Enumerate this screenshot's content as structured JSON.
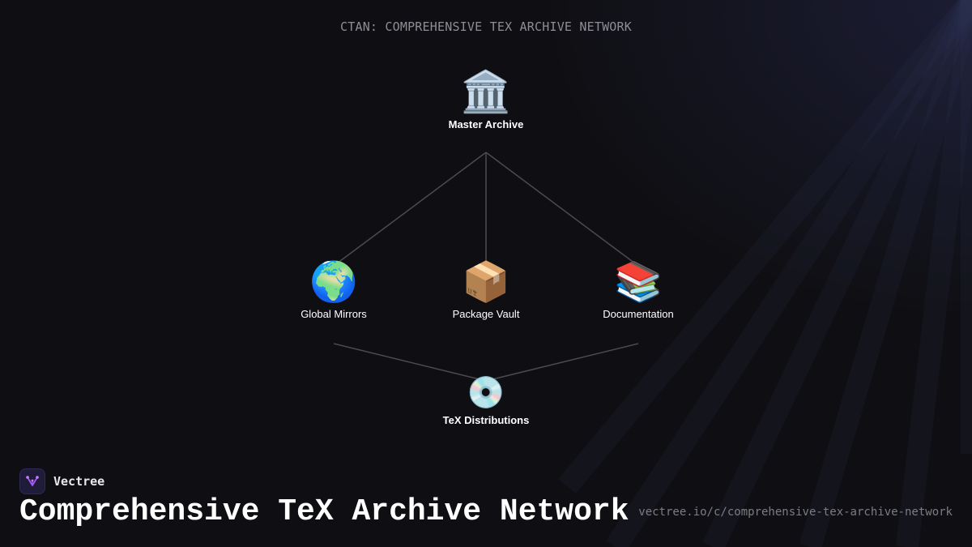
{
  "header": {
    "title": "CTAN: COMPREHENSIVE TEX ARCHIVE NETWORK"
  },
  "diagram": {
    "nodes": [
      {
        "id": "master",
        "label": "Master Archive",
        "icon": "🏛️",
        "icon_name": "classical-building-icon"
      },
      {
        "id": "mirrors",
        "label": "Global Mirrors",
        "icon": "🌍",
        "icon_name": "globe-icon"
      },
      {
        "id": "vault",
        "label": "Package Vault",
        "icon": "📦",
        "icon_name": "package-icon"
      },
      {
        "id": "docs",
        "label": "Documentation",
        "icon": "📚",
        "icon_name": "books-icon"
      },
      {
        "id": "dist",
        "label": "TeX Distributions",
        "icon": "💿",
        "icon_name": "disc-icon"
      }
    ],
    "edges": [
      {
        "from": "master",
        "to": "mirrors"
      },
      {
        "from": "master",
        "to": "vault"
      },
      {
        "from": "master",
        "to": "docs"
      },
      {
        "from": "mirrors",
        "to": "dist"
      },
      {
        "from": "docs",
        "to": "dist"
      }
    ],
    "edge_color": "#4a4a50"
  },
  "footer": {
    "brand_name": "Vectree",
    "title": "Comprehensive TeX Archive Network",
    "url": "vectree.io/c/comprehensive-tex-archive-network"
  },
  "colors": {
    "background": "#0f0f13",
    "accent": "#a855f7",
    "text": "#ffffff",
    "muted": "#8d8d95"
  }
}
